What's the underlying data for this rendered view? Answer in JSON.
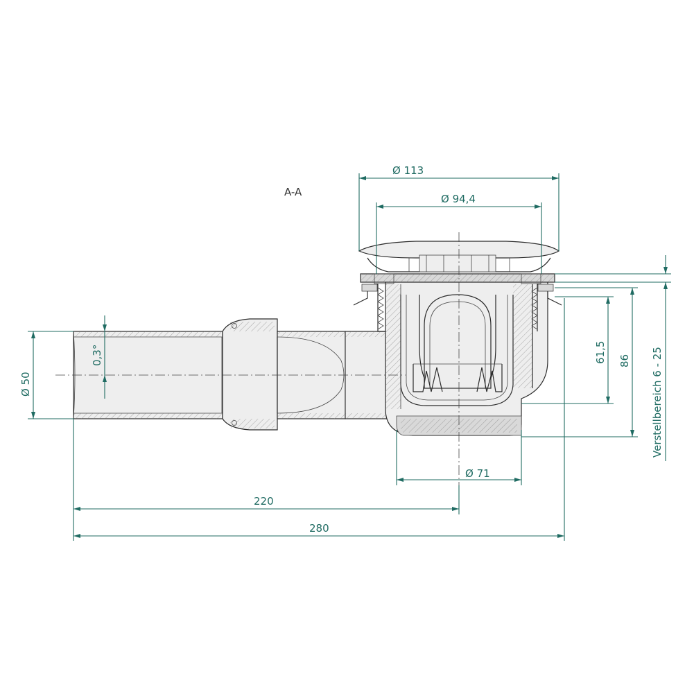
{
  "section_label": "A-A",
  "dimensions": {
    "outer_diameter": "Ø 113",
    "inner_diameter": "Ø 94,4",
    "pipe_diameter": "Ø 50",
    "outlet_diameter": "Ø 71",
    "pipe_angle": "0,3°",
    "length_to_center": "220",
    "total_length": "280",
    "height_61": "61,5",
    "height_86": "86",
    "adjustment_range": "Verstellbereich  6 - 25"
  },
  "colors": {
    "dimension": "#1f6b62",
    "outline": "#2b2b2b"
  }
}
